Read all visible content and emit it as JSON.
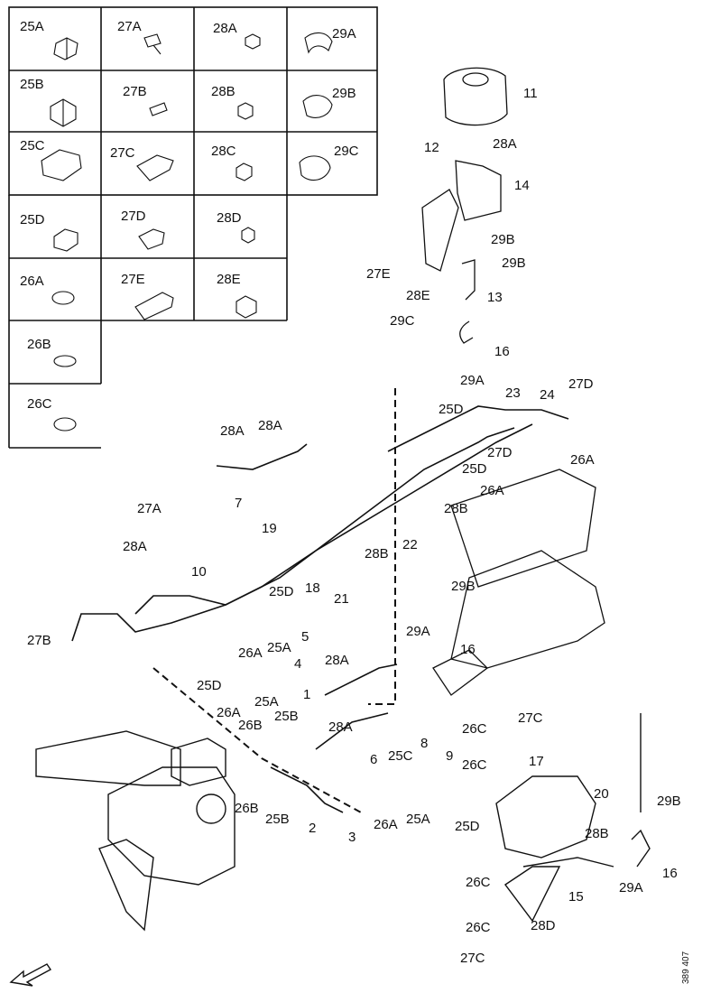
{
  "parts_grid": {
    "cells": [
      {
        "label": "25A"
      },
      {
        "label": "27A"
      },
      {
        "label": "28A"
      },
      {
        "label": "29A"
      },
      {
        "label": "25B"
      },
      {
        "label": "27B"
      },
      {
        "label": "28B"
      },
      {
        "label": "29B"
      },
      {
        "label": "25C"
      },
      {
        "label": "27C"
      },
      {
        "label": "28C"
      },
      {
        "label": "29C"
      },
      {
        "label": "25D"
      },
      {
        "label": "27D"
      },
      {
        "label": "28D"
      },
      {
        "label": "26A"
      },
      {
        "label": "27E"
      },
      {
        "label": "28E"
      },
      {
        "label": "26B"
      },
      {
        "label": "26C"
      }
    ]
  },
  "callouts": [
    "11",
    "12",
    "28A",
    "14",
    "29B",
    "27E",
    "29B",
    "28E",
    "13",
    "29C",
    "16",
    "29A",
    "23",
    "24",
    "27D",
    "25D",
    "27D",
    "26A",
    "25D",
    "26A",
    "28A",
    "28A",
    "7",
    "27A",
    "19",
    "28B",
    "22",
    "28A",
    "10",
    "28B",
    "18",
    "21",
    "29B",
    "25D",
    "26A",
    "25A",
    "5",
    "29A",
    "16",
    "27B",
    "4",
    "25D",
    "28A",
    "25A",
    "1",
    "26A",
    "26B",
    "25B",
    "28A",
    "27C",
    "26C",
    "17",
    "26C",
    "8",
    "9",
    "6",
    "25C",
    "20",
    "26B",
    "25B",
    "2",
    "3",
    "26A",
    "25A",
    "25D",
    "28B",
    "29B",
    "26C",
    "15",
    "29A",
    "16",
    "26C",
    "28D",
    "27C"
  ],
  "doc_number": "389 407",
  "colors": {
    "line": "#111111",
    "fill": "#ffffff",
    "shade": "#e6e6e6"
  }
}
